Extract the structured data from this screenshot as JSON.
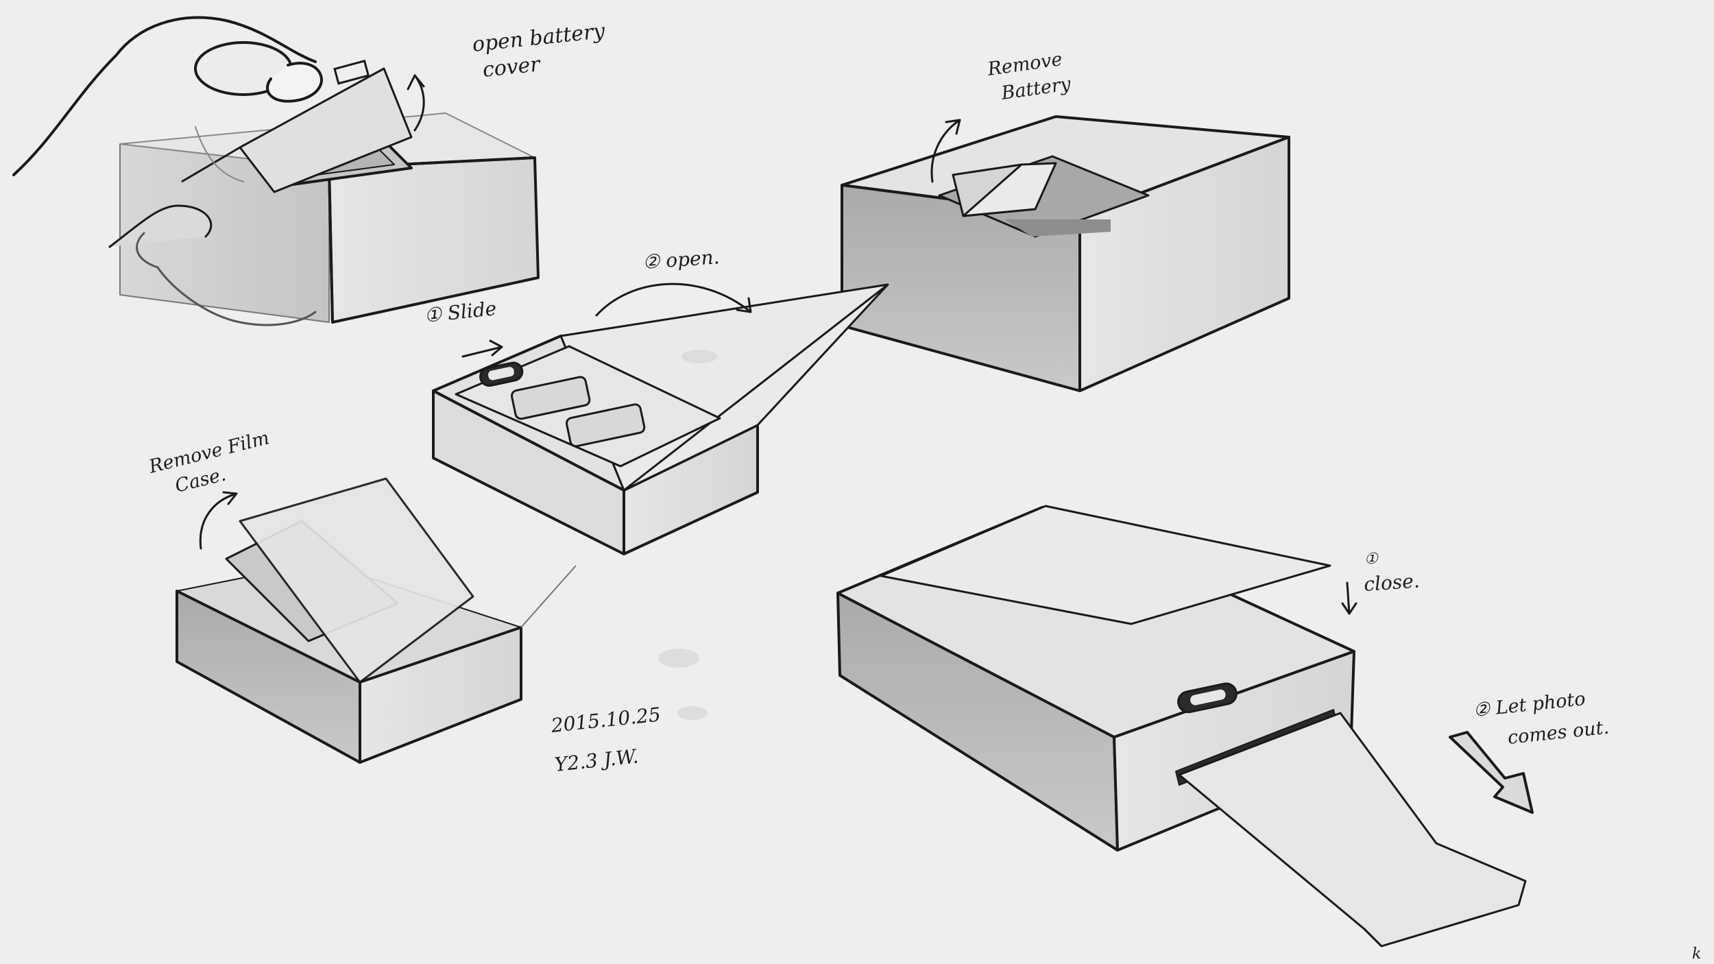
{
  "sketch": {
    "step_open_battery_cover": {
      "line1": "open battery",
      "line2": "cover"
    },
    "step_remove_battery": {
      "line1": "Remove",
      "line2": "Battery"
    },
    "step_slide": "① Slide",
    "step_open": "② open.",
    "step_remove_film_case": {
      "line1": "Remove Film",
      "line2": "Case."
    },
    "step_close": {
      "number": "①",
      "label": "close."
    },
    "step_photo_out": {
      "line1": "② Let photo",
      "line2": "comes out."
    },
    "signature": {
      "line1": "2015.10.25",
      "line2": "Y2.3  J.W."
    },
    "page_mark": "k"
  },
  "colors": {
    "paper": "#eeeeef",
    "ink": "#1a1a1a",
    "shade_light": "#d3d3d7",
    "shade_mid": "#b9b9be",
    "shade_dark": "#9c9ca2"
  },
  "icons": [
    "hand-icon",
    "curved-arrow-icon",
    "straight-arrow-icon",
    "down-arrow-icon",
    "slide-switch-icon"
  ]
}
